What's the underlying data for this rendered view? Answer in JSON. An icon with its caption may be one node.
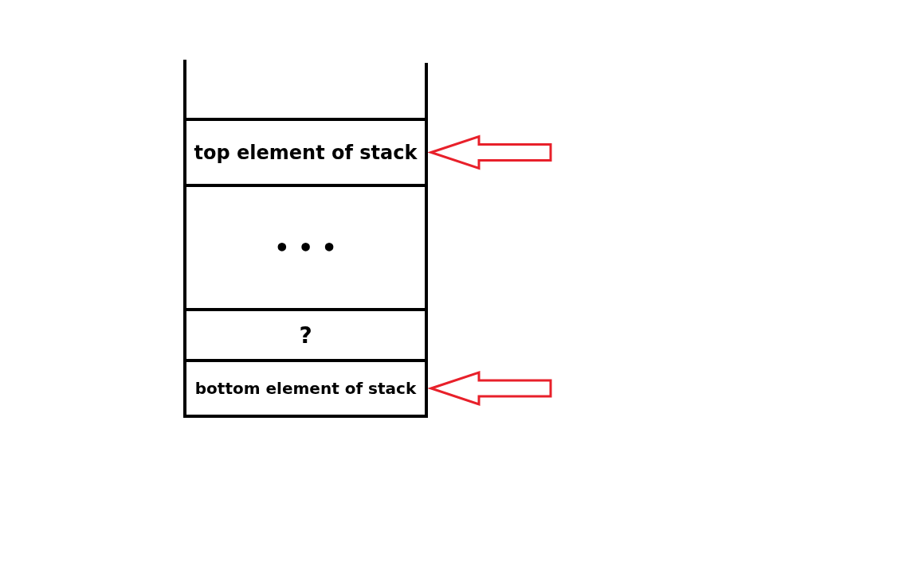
{
  "diagram": {
    "nodes": [
      {
        "text": [
          "top element of stack"
        ]
      },
      {
        "text": [
          "• • •"
        ]
      },
      {
        "text": [
          "?"
        ]
      },
      {
        "text": [
          "bottom element of stack"
        ]
      }
    ],
    "edges": [
      {
        "from": null,
        "to": 0,
        "arrow": "to",
        "color": "#e8202a"
      },
      {
        "from": null,
        "to": 3,
        "arrow": "to",
        "color": "#e8202a"
      }
    ]
  }
}
